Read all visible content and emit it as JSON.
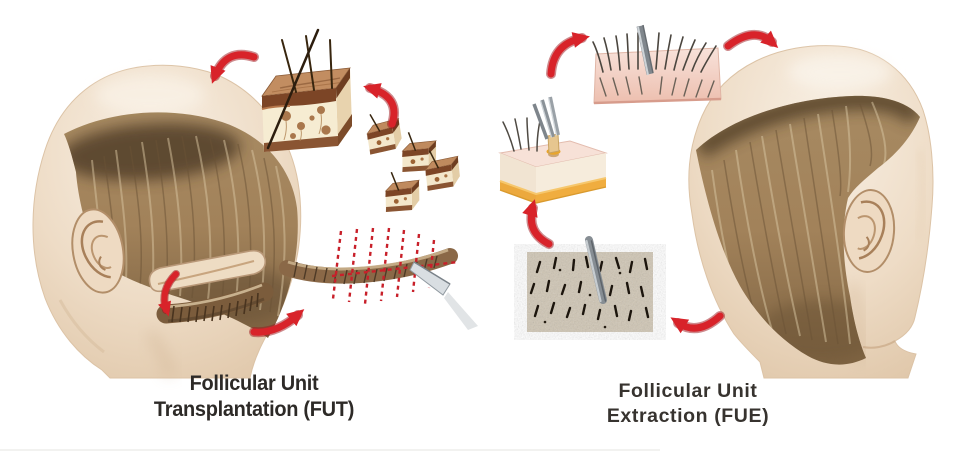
{
  "page": {
    "background": "#ffffff"
  },
  "fut": {
    "title_line1": "Follicular Unit",
    "title_line2": "Transplantation (FUT)",
    "illustrations": [
      "donor-head-with-strip-removed",
      "scalp-cross-section-block",
      "follicular-unit-graft-cubes",
      "strip-dissection-with-scalpel"
    ]
  },
  "fue": {
    "title_line1": "Follicular Unit",
    "title_line2": "Extraction (FUE)",
    "illustrations": [
      "scalp-strip-with-punch",
      "follicle-extraction-block",
      "shaved-scalp-photo-with-punch",
      "donor-head-rear-view"
    ]
  },
  "colors": {
    "arrow_red": "#d0202a",
    "title_text": "#2d2a27",
    "skin": "#ecd9c2",
    "hair_brown": "#9a7c56",
    "hair_shadow": "#503c26",
    "dermis_brown": "#7c4526",
    "graft_tissue_cream": "#f5ebd1",
    "fat_layer_yellow": "#efa93d",
    "fue_skin_strip_pink": "#f3d5c9",
    "tool_gray": "#8e969c",
    "dashed_cut_red": "#c8202a"
  }
}
